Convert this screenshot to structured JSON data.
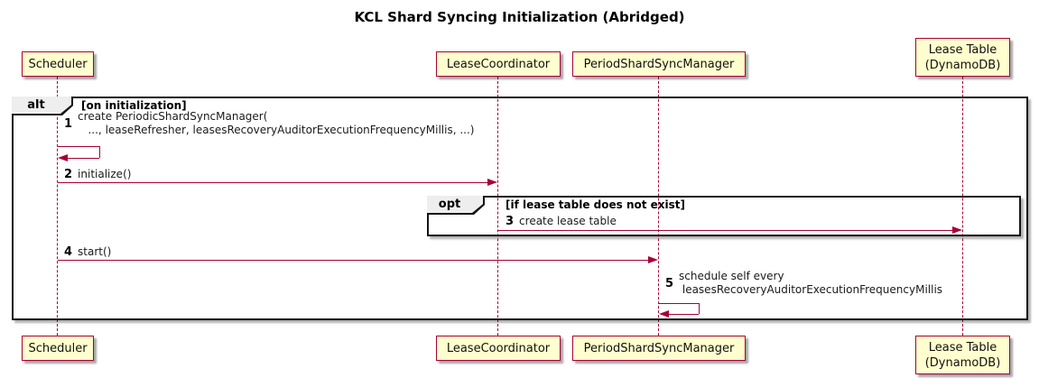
{
  "title": "KCL Shard Syncing Initialization (Abridged)",
  "colors": {
    "participant_fill": "#FEFECE",
    "participant_border": "#A80036",
    "arrow": "#A80036",
    "frame_border": "#151515",
    "frame_label_bg": "#EEEEEE"
  },
  "participants": [
    {
      "name": "Scheduler"
    },
    {
      "name": "LeaseCoordinator"
    },
    {
      "name": "PeriodShardSyncManager"
    },
    {
      "name": "Lease Table\n(DynamoDB)"
    }
  ],
  "frames": {
    "alt": {
      "keyword": "alt",
      "condition": "[on initialization]"
    },
    "opt": {
      "keyword": "opt",
      "condition": "[if lease table does not exist]"
    }
  },
  "messages": [
    {
      "num": "1",
      "text": "create PeriodicShardSyncManager(\n   ..., leaseRefresher, leasesRecoveryAuditorExecutionFrequencyMillis, ...)",
      "from": "Scheduler",
      "to": "Scheduler",
      "kind": "self"
    },
    {
      "num": "2",
      "text": "initialize()",
      "from": "Scheduler",
      "to": "LeaseCoordinator",
      "kind": "arrow"
    },
    {
      "num": "3",
      "text": "create lease table",
      "from": "LeaseCoordinator",
      "to": "Lease Table (DynamoDB)",
      "kind": "arrow"
    },
    {
      "num": "4",
      "text": "start()",
      "from": "Scheduler",
      "to": "PeriodShardSyncManager",
      "kind": "arrow"
    },
    {
      "num": "5",
      "text": "schedule self every\n leasesRecoveryAuditorExecutionFrequencyMillis",
      "from": "PeriodShardSyncManager",
      "to": "PeriodShardSyncManager",
      "kind": "self"
    }
  ]
}
